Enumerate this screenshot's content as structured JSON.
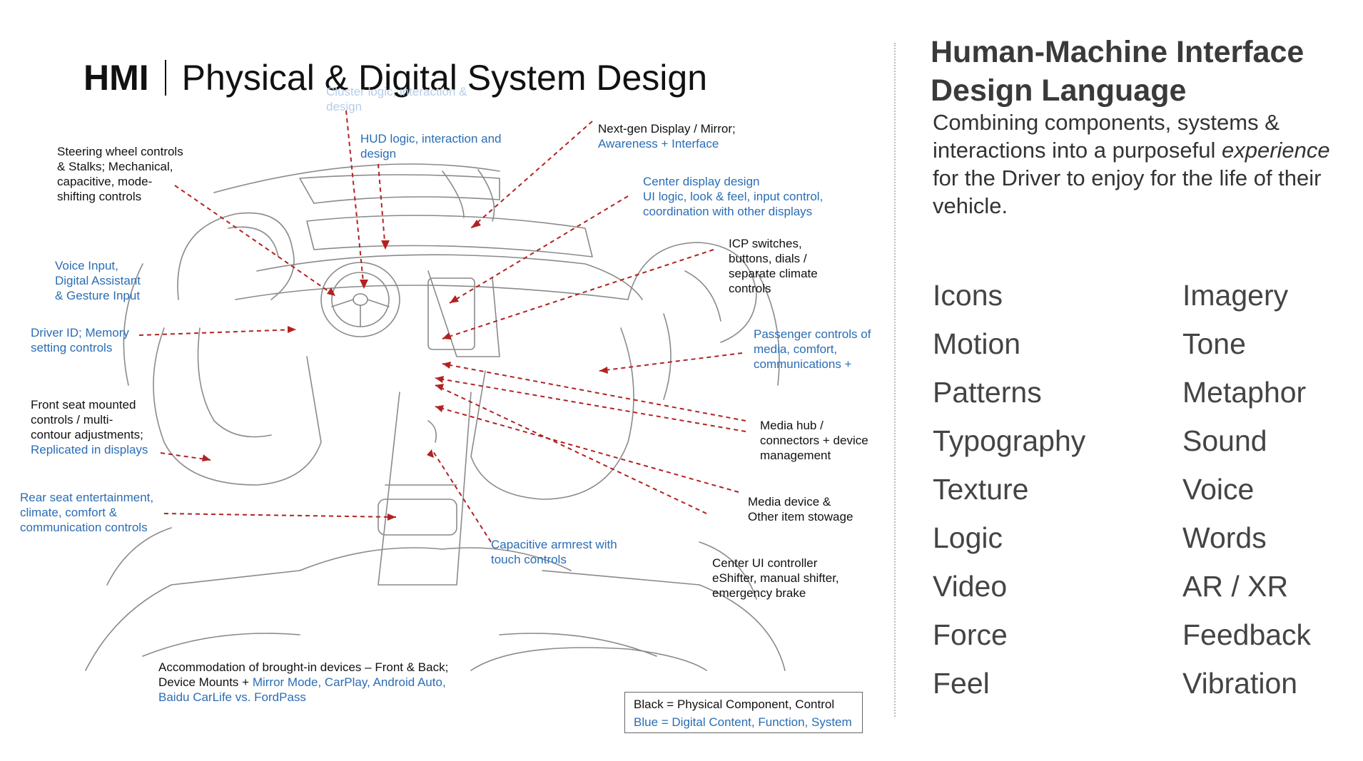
{
  "header": {
    "brand": "HMI",
    "title": "Physical & Digital System Design"
  },
  "diagram": {
    "labels": {
      "cluster": [
        "Cluster logic, interaction &",
        "design"
      ],
      "hud": [
        "HUD logic, interaction and",
        "design"
      ],
      "nextgen_black": "Next-gen Display / Mirror;",
      "nextgen_blue": "Awareness + Interface",
      "steering": [
        "Steering wheel controls",
        "& Stalks; Mechanical,",
        "capacitive, mode-",
        "shifting controls"
      ],
      "center_display_title": "Center display design",
      "center_display_desc": [
        "UI logic, look & feel, input control,",
        "coordination with other displays"
      ],
      "icp": [
        "ICP switches,",
        "buttons, dials /",
        "separate climate",
        "controls"
      ],
      "voice": [
        "Voice Input,",
        "Digital Assistant",
        "& Gesture Input"
      ],
      "driver_id": [
        "Driver ID; Memory",
        "setting controls"
      ],
      "passenger": [
        "Passenger controls of",
        "media, comfort,",
        "communications +"
      ],
      "front_seat_black": [
        "Front seat mounted",
        "controls / multi-",
        "contour adjustments;"
      ],
      "front_seat_blue": "Replicated in displays",
      "media_hub": [
        "Media hub /",
        "connectors + device",
        "management"
      ],
      "rear_seat": [
        "Rear seat entertainment,",
        "climate, comfort &",
        "communication controls"
      ],
      "media_device": [
        "Media device &",
        "Other item stowage"
      ],
      "armrest": [
        "Capacitive armrest with",
        "touch controls"
      ],
      "center_ui": [
        "Center UI controller",
        "eShifter, manual shifter,",
        "emergency brake"
      ],
      "accommodation_line1": "Accommodation of brought-in devices – Front & Back;",
      "accommodation_line2_black": "Device Mounts + ",
      "accommodation_line2_blue": "Mirror Mode, CarPlay, Android Auto,",
      "accommodation_line3_blue": "Baidu CarLife vs. FordPass"
    },
    "legend": {
      "black": "Black = Physical Component, Control",
      "blue": "Blue = Digital Content, Function, System"
    }
  },
  "sidebar": {
    "title_line1": "Human-Machine Interface",
    "title_line2": "Design Language",
    "desc_before": "Combining components, systems & interactions into a purposeful ",
    "desc_italic": "experience",
    "desc_after": " for the Driver to enjoy for the life of their vehicle.",
    "terms_left": [
      "Icons",
      "Motion",
      "Patterns",
      "Typography",
      "Texture",
      "Logic",
      "Video",
      "Force",
      "Feel"
    ],
    "terms_right": [
      "Imagery",
      "Tone",
      "Metaphor",
      "Sound",
      "Voice",
      "Words",
      "AR / XR",
      "Feedback",
      "Vibration"
    ]
  },
  "colors": {
    "blue_text": "#2a6db5",
    "arrow_red": "#b22222",
    "sketch_line": "#8a8a8a"
  }
}
